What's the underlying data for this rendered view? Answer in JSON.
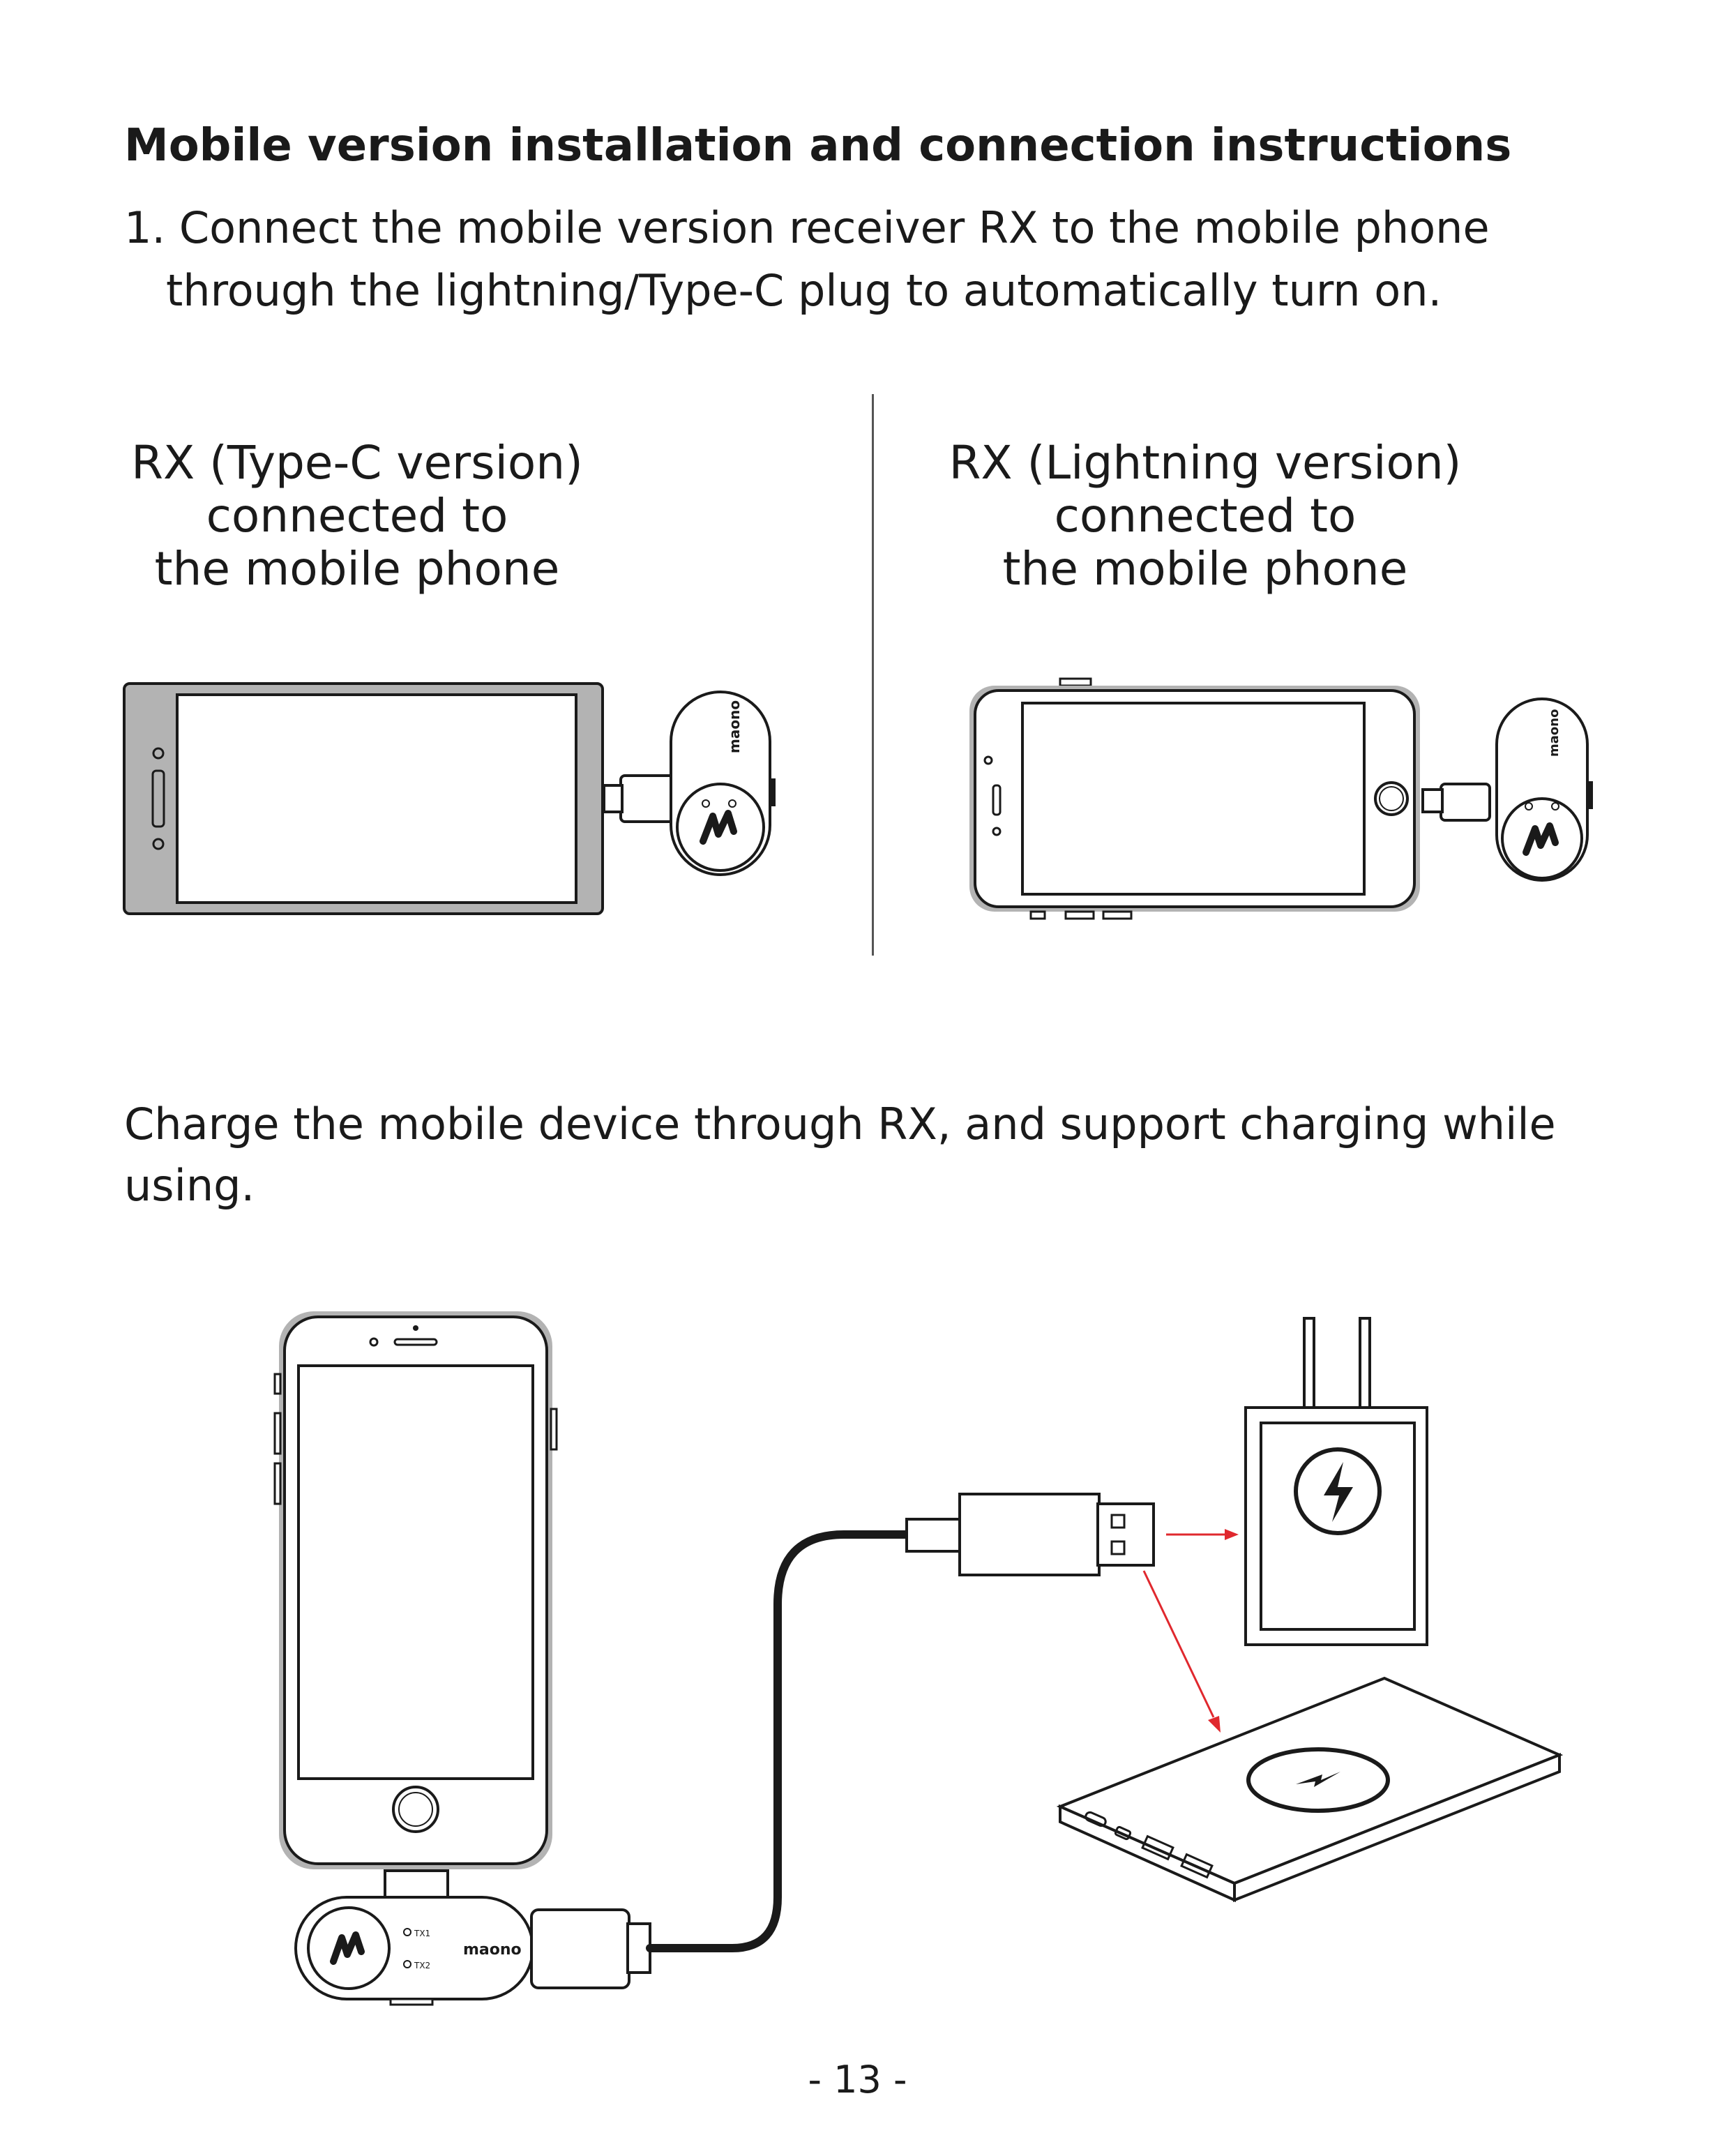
{
  "heading": "Mobile version installation and connection instructions",
  "step1": {
    "line1": "1. Connect the mobile version receiver RX to the mobile phone",
    "line2": "through the lightning/Type-C plug to automatically turn on."
  },
  "left_caption": {
    "line1": "RX (Type-C version)",
    "line2": "connected to",
    "line3": "the mobile phone"
  },
  "right_caption": {
    "line1": "RX (Lightning version)",
    "line2": "connected to",
    "line3": "the mobile phone"
  },
  "charge_text": "Charge the mobile device through RX, and support charging while using.",
  "device": {
    "brand": "maono",
    "led1": "TX1",
    "led2": "TX2"
  },
  "page_number": "- 13 -",
  "colors": {
    "arrow": "#e0282e",
    "outline": "#1a1a1a",
    "phone_gray": "#b3b3b3"
  },
  "icons": [
    "lightning-bolt-icon",
    "maono-logo-icon"
  ]
}
